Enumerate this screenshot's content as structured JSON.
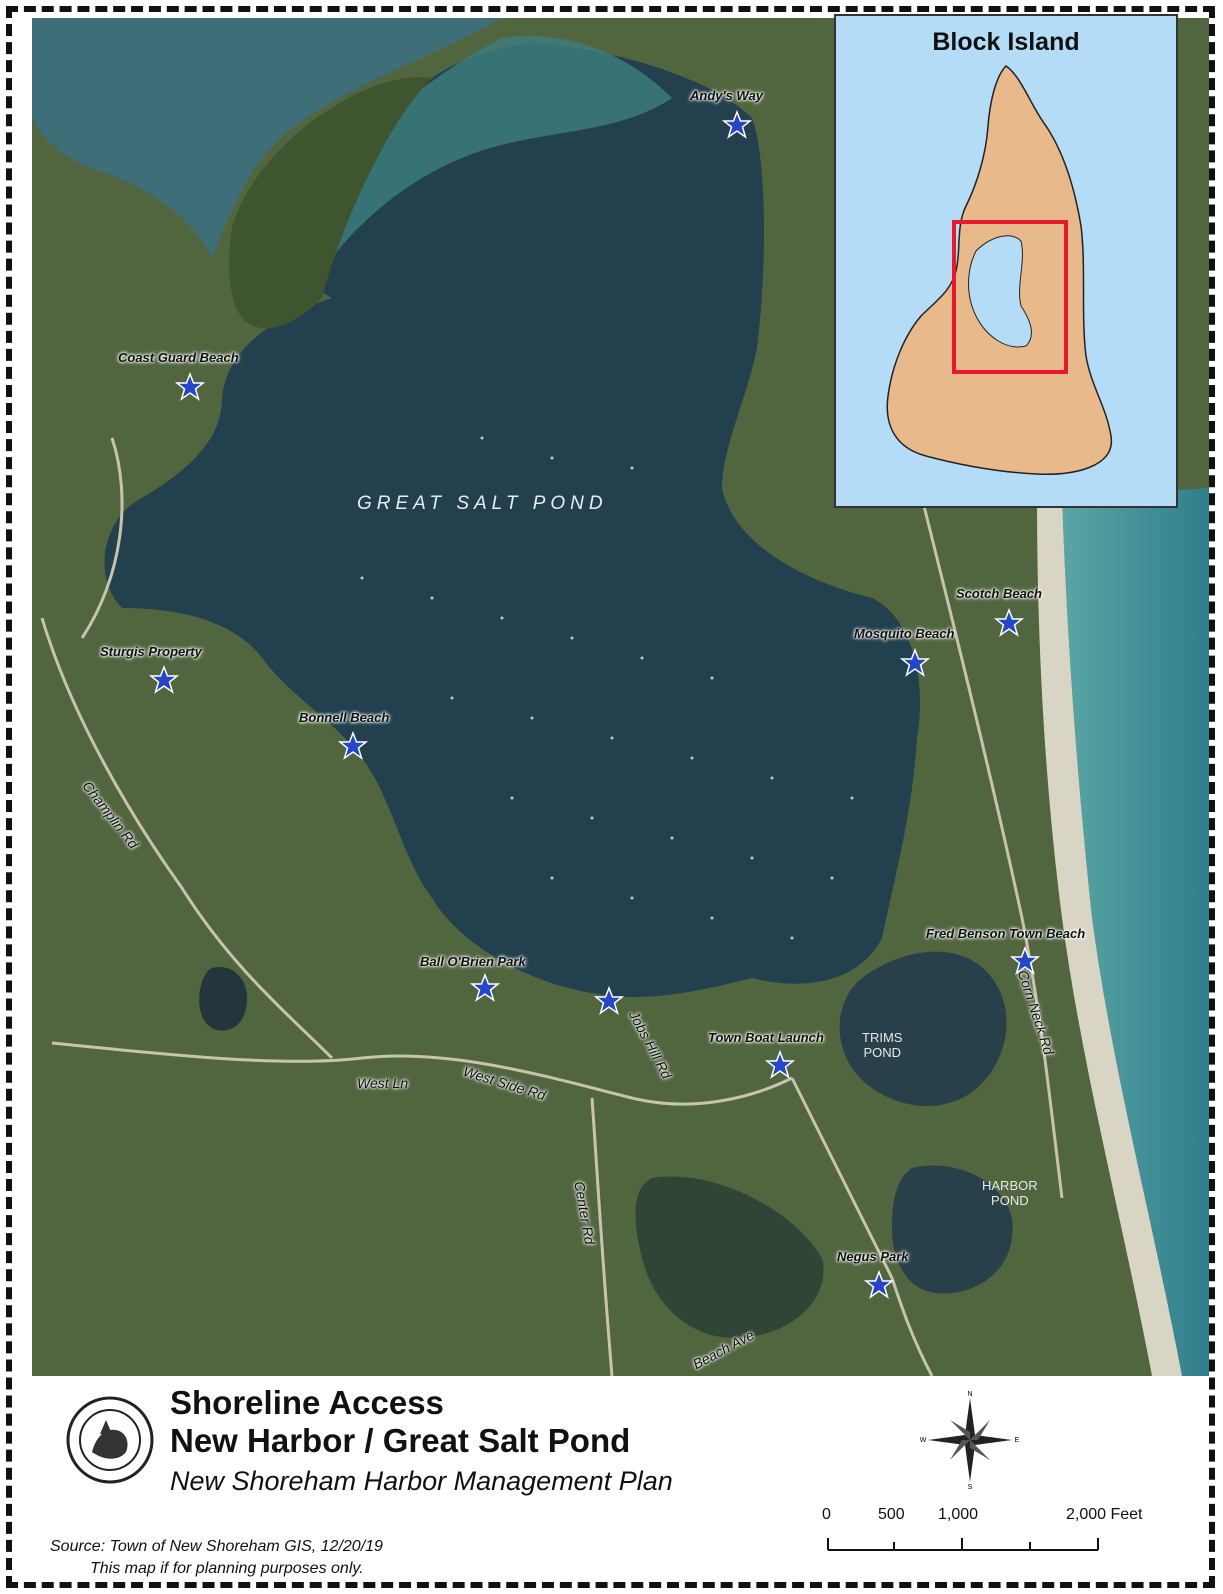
{
  "map": {
    "water_label": "GREAT SALT POND",
    "access_points": [
      {
        "name": "Andy's Way"
      },
      {
        "name": "Coast Guard Beach"
      },
      {
        "name": "Scotch Beach"
      },
      {
        "name": "Mosquito Beach"
      },
      {
        "name": "Sturgis Property"
      },
      {
        "name": "Bonnell Beach"
      },
      {
        "name": "Fred Benson Town Beach"
      },
      {
        "name": "Ball O'Brien Park"
      },
      {
        "name": "Town Boat Launch"
      },
      {
        "name": "Negus Park"
      }
    ],
    "roads": [
      "Champlin Rd",
      "West Ln",
      "West Side Rd",
      "Jobs Hill Rd",
      "Center Rd",
      "Corn Neck Rd",
      "Beach Ave"
    ],
    "ponds": [
      {
        "line1": "TRIMS",
        "line2": "POND"
      },
      {
        "line1": "HARBOR",
        "line2": "POND"
      }
    ],
    "colors": {
      "star": "#2446c9",
      "water_inset": "#b5dcf7",
      "land_inset": "#e8b98a",
      "highlight": "#e8192c"
    }
  },
  "inset": {
    "title": "Block Island"
  },
  "legend": {
    "title_line1": "Shoreline Access",
    "title_line2": "New Harbor / Great Salt Pond",
    "subtitle": "New Shoreham Harbor Management Plan",
    "source": "Source: Town of New Shoreham GIS, 12/20/19",
    "note": "This map if for planning purposes only.",
    "compass": {
      "n": "N",
      "e": "E",
      "s": "S",
      "w": "W"
    },
    "scale_labels": [
      "0",
      "500",
      "1,000",
      "2,000 Feet"
    ]
  }
}
